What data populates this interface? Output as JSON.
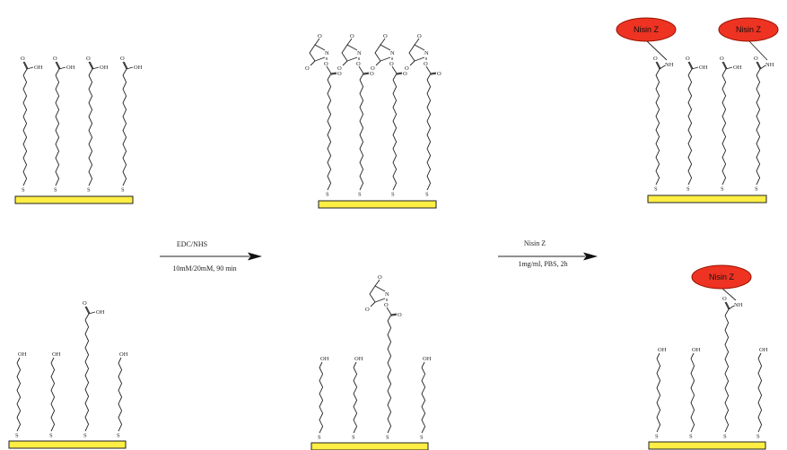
{
  "step1": {
    "reagent": "EDC/NHS",
    "conditions": "10mM/20mM, 90 min"
  },
  "step2": {
    "reagent": "Nisin Z",
    "conditions": "1mg/ml, PBS, 2h"
  },
  "labels": {
    "sulfur": "S",
    "hydroxyl": "OH",
    "oxygen": "O",
    "nitrogen": "N",
    "amide": "NH",
    "nisin": "Nisin Z"
  },
  "colors": {
    "gold": "#ffee44",
    "gold_edge": "#222222",
    "nisin": "#ee3322",
    "nisin_edge": "#991100",
    "line": "#222222"
  }
}
